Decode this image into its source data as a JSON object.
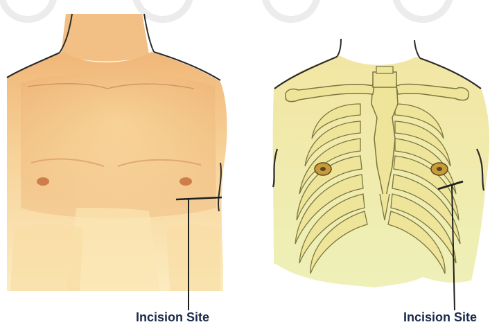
{
  "labels": {
    "left_incision": "Incision Site",
    "right_incision": "Incision Site"
  },
  "colors": {
    "skin_light": "#fbe7b2",
    "skin_mid": "#f3c27e",
    "skin_dark": "#e39a5e",
    "bone": "#eee59a",
    "bone_outline": "#7a7640",
    "outline": "#2b2b2b",
    "label": "#1a2a4a",
    "watermark": "#d9d9d9"
  },
  "icons": {
    "left_panel": "torso-illustration",
    "right_panel": "rib-cage-illustration"
  }
}
